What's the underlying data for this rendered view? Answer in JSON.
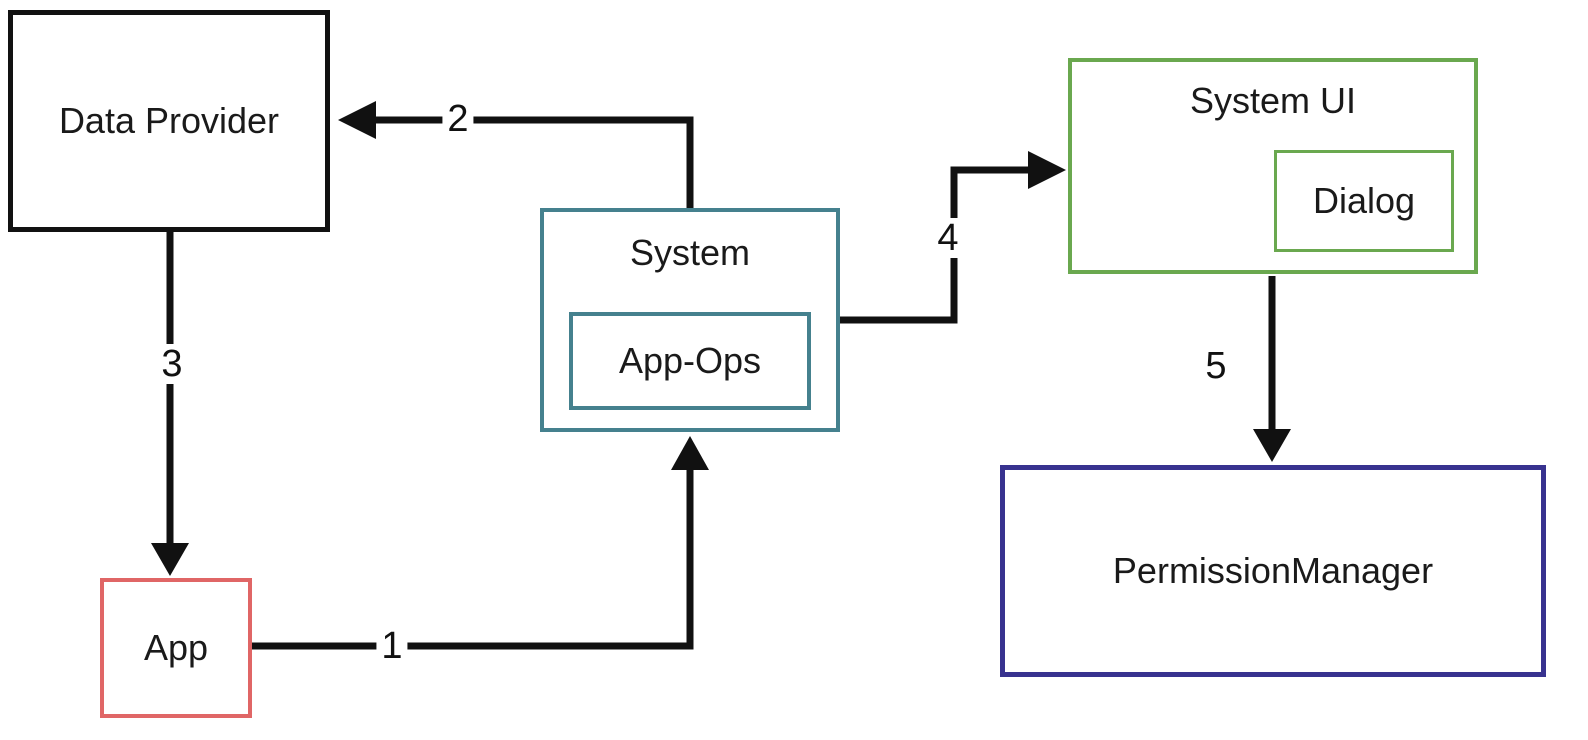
{
  "diagram": {
    "arrow_color": "#111111",
    "nodes": {
      "data_provider": {
        "label": "Data Provider",
        "border_color": "#111111"
      },
      "system": {
        "label": "System",
        "border_color": "#45818e"
      },
      "app_ops": {
        "label": "App-Ops",
        "border_color": "#45818e"
      },
      "system_ui": {
        "label": "System UI",
        "border_color": "#6aa84f"
      },
      "dialog": {
        "label": "Dialog",
        "border_color": "#6aa84f"
      },
      "app": {
        "label": "App",
        "border_color": "#e06666"
      },
      "permission_manager": {
        "label": "PermissionManager",
        "border_color": "#38328f"
      }
    },
    "arrows": [
      {
        "label": "1",
        "from": "app",
        "to": "system"
      },
      {
        "label": "2",
        "from": "system",
        "to": "data_provider"
      },
      {
        "label": "3",
        "from": "data_provider",
        "to": "app"
      },
      {
        "label": "4",
        "from": "system",
        "to": "system_ui"
      },
      {
        "label": "5",
        "from": "system_ui",
        "to": "permission_manager"
      }
    ]
  }
}
